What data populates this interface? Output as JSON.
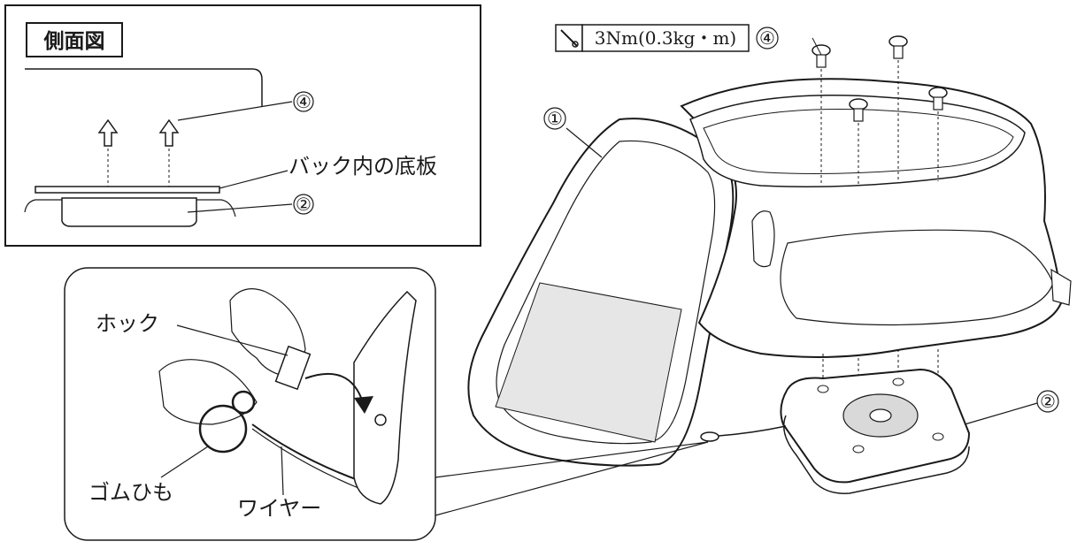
{
  "side_view": {
    "title": "側面図",
    "callout_4": "④",
    "callout_2": "②",
    "label_bottom_plate": "バック内の底板"
  },
  "main": {
    "torque_spec": "3Nm(0.3kg・m)",
    "callout_4": "④",
    "callout_1": "①",
    "callout_2": "②",
    "icon": "torque-wrench-icon"
  },
  "detail": {
    "label_hook": "ホック",
    "label_rubber_cord": "ゴムひも",
    "label_wire": "ワイヤー"
  },
  "colors": {
    "line": "#1a1a1a",
    "fill": "#ffffff",
    "shade": "#d9d9d9"
  }
}
